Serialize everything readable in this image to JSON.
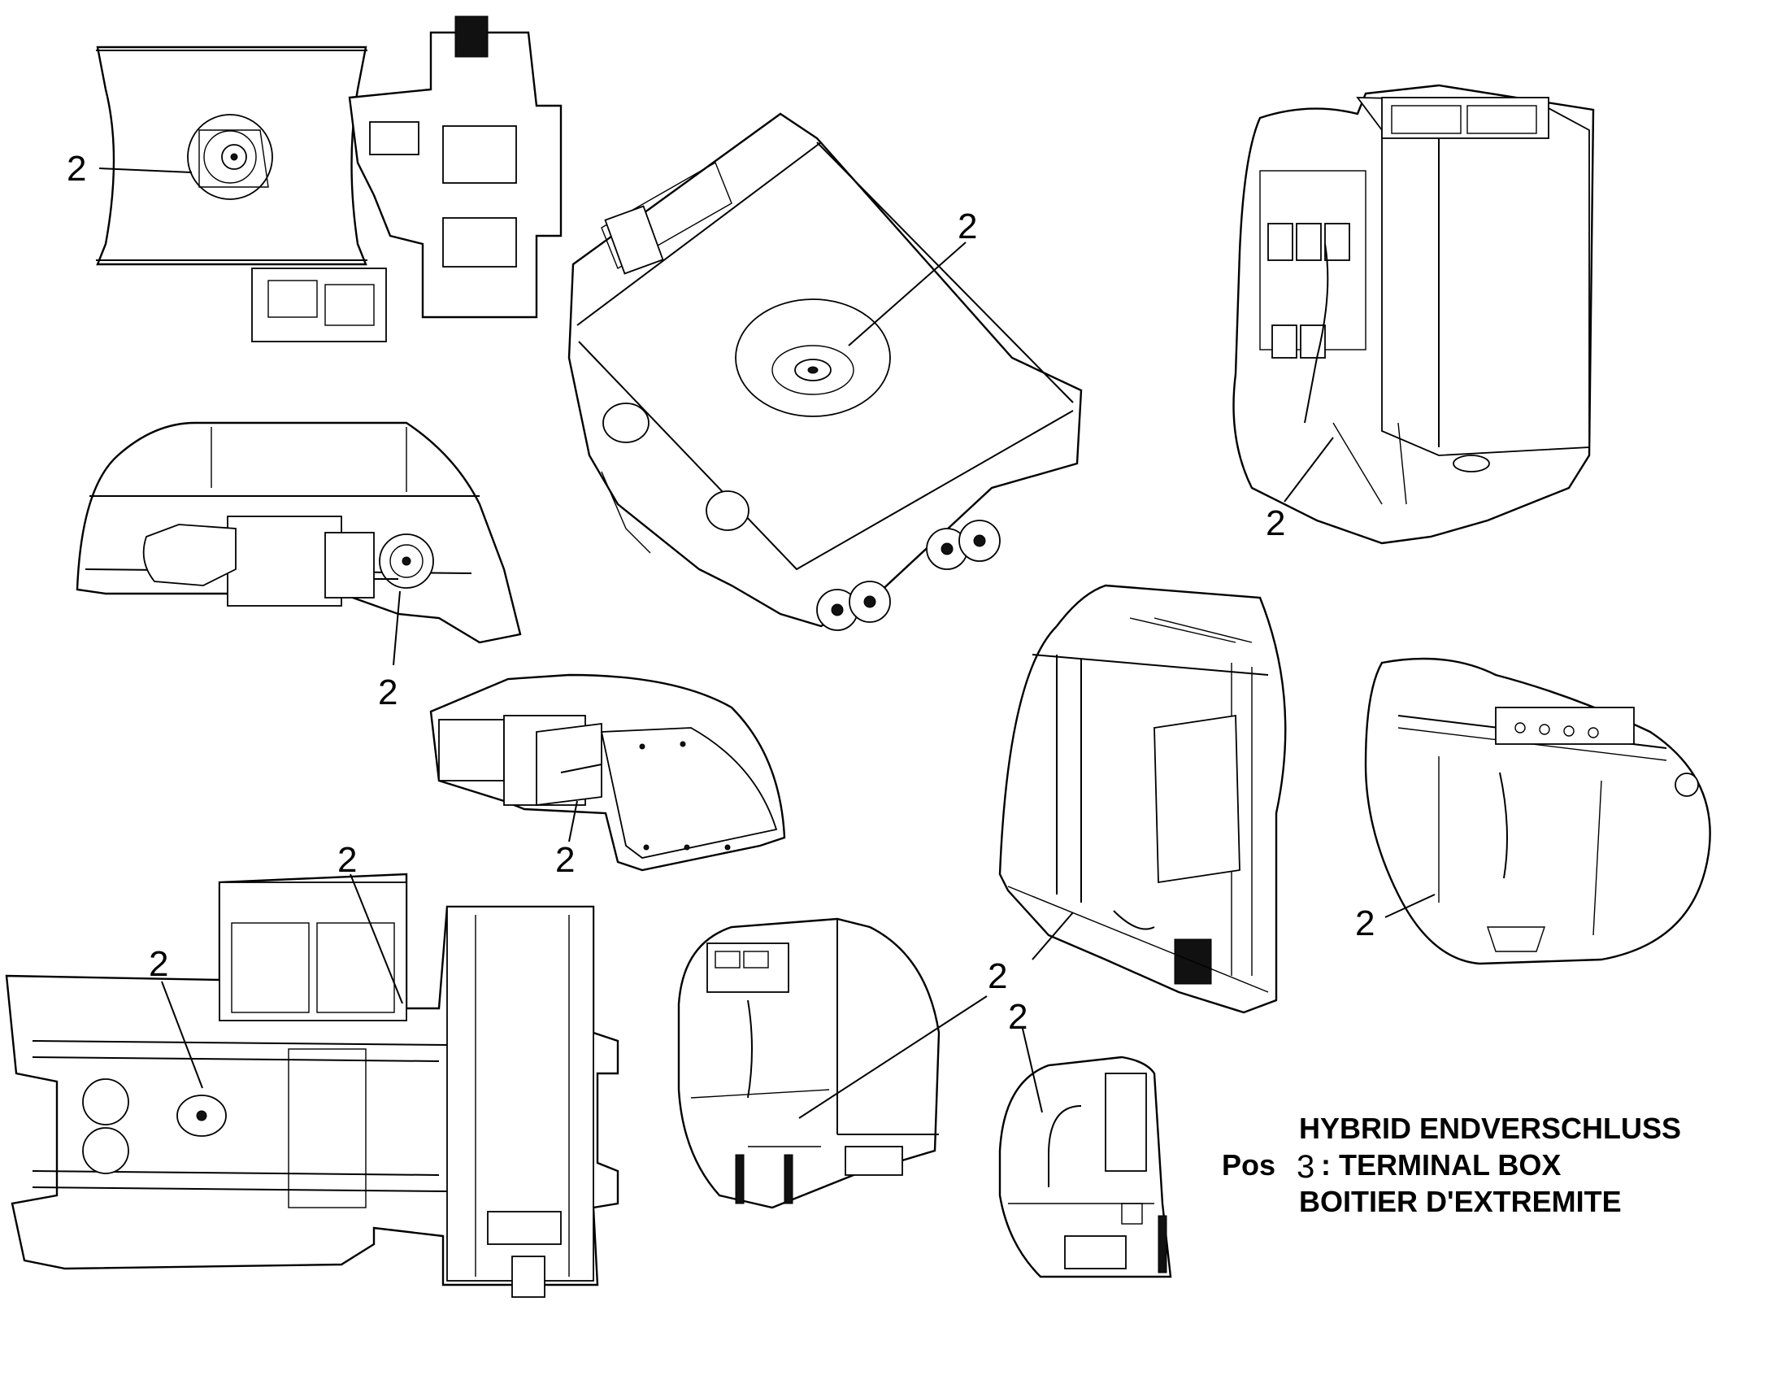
{
  "callouts": [
    {
      "id": "view1",
      "text": "2"
    },
    {
      "id": "view2",
      "text": "2"
    },
    {
      "id": "view3",
      "text": "2"
    },
    {
      "id": "view4",
      "text": "2"
    },
    {
      "id": "view5",
      "text": "2"
    },
    {
      "id": "view6a",
      "text": "2"
    },
    {
      "id": "view6b",
      "text": "2"
    },
    {
      "id": "view7",
      "text": "2"
    },
    {
      "id": "view8",
      "text": "2"
    },
    {
      "id": "view9",
      "text": "2"
    },
    {
      "id": "view10",
      "text": "2"
    }
  ],
  "legend": {
    "pos_label": "Pos",
    "pos_number": "3",
    "line1": "HYBRID ENDVERSCHLUSS",
    "line2": ": TERMINAL BOX",
    "line3": "BOITIER D'EXTREMITE"
  }
}
